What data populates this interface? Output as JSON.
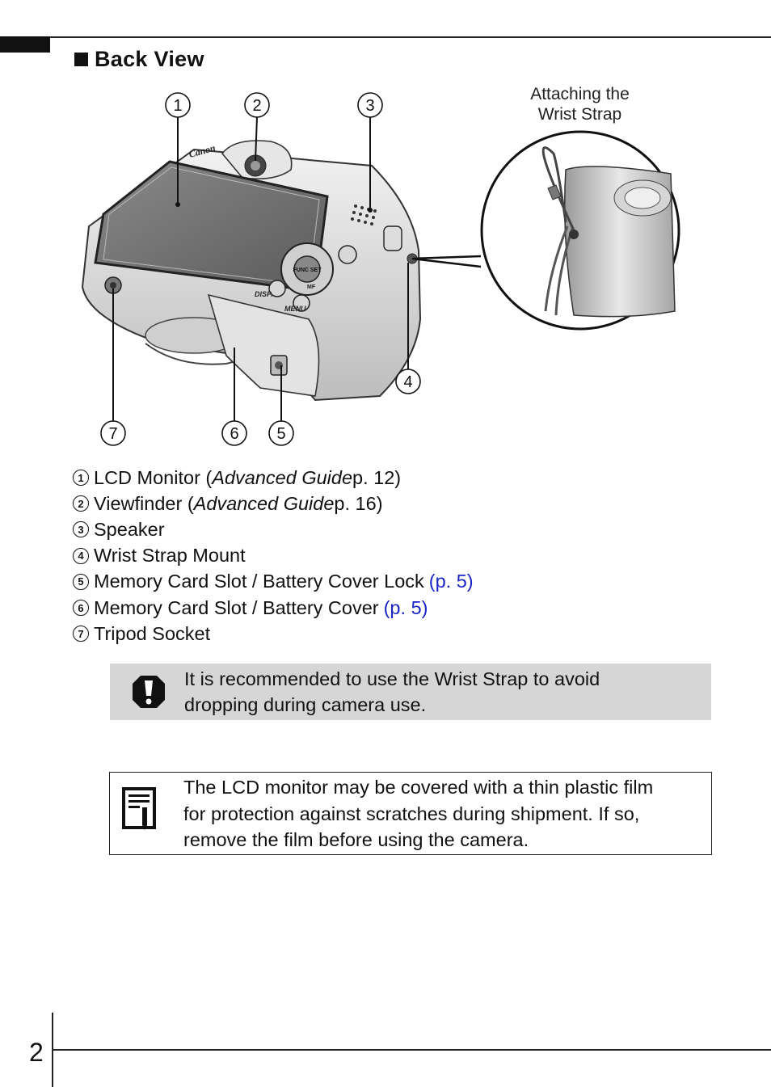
{
  "section": {
    "title": "Back View"
  },
  "figure": {
    "inset_caption_line1": "Attaching the",
    "inset_caption_line2": "Wrist Strap",
    "callouts": [
      "1",
      "2",
      "3",
      "4",
      "5",
      "6",
      "7"
    ],
    "camera_brand": "Canon",
    "button_labels": {
      "func": "FUNC SET",
      "disp": "DISP.",
      "menu": "MENU",
      "mf": "MF"
    }
  },
  "parts": [
    {
      "num": "1",
      "label": "LCD Monitor (",
      "italic": "Advanced Guide",
      "after": " p. 12)",
      "ref": ""
    },
    {
      "num": "2",
      "label": "Viewfinder (",
      "italic": "Advanced Guide",
      "after": " p. 16)",
      "ref": ""
    },
    {
      "num": "3",
      "label": "Speaker",
      "italic": "",
      "after": "",
      "ref": ""
    },
    {
      "num": "4",
      "label": "Wrist Strap Mount",
      "italic": "",
      "after": "",
      "ref": ""
    },
    {
      "num": "5",
      "label": "Memory Card Slot / Battery Cover Lock",
      "italic": "",
      "after": "",
      "ref": "(p. 5)"
    },
    {
      "num": "6",
      "label": "Memory Card Slot / Battery Cover",
      "italic": "",
      "after": "",
      "ref": "(p. 5)"
    },
    {
      "num": "7",
      "label": "Tripod Socket",
      "italic": "",
      "after": "",
      "ref": ""
    }
  ],
  "caution": {
    "line1": "It is recommended to use the Wrist Strap to avoid",
    "line2": "dropping during camera use.",
    "icon": "caution-icon"
  },
  "note": {
    "line1": "The LCD monitor may be covered with a thin plastic film",
    "line2": "for protection against scratches during shipment. If so,",
    "line3": "remove the film before using the camera.",
    "icon": "memo-icon"
  },
  "page": {
    "number": "2"
  },
  "colors": {
    "link": "#1a25c8",
    "caution_bg": "#d6d6d6"
  }
}
